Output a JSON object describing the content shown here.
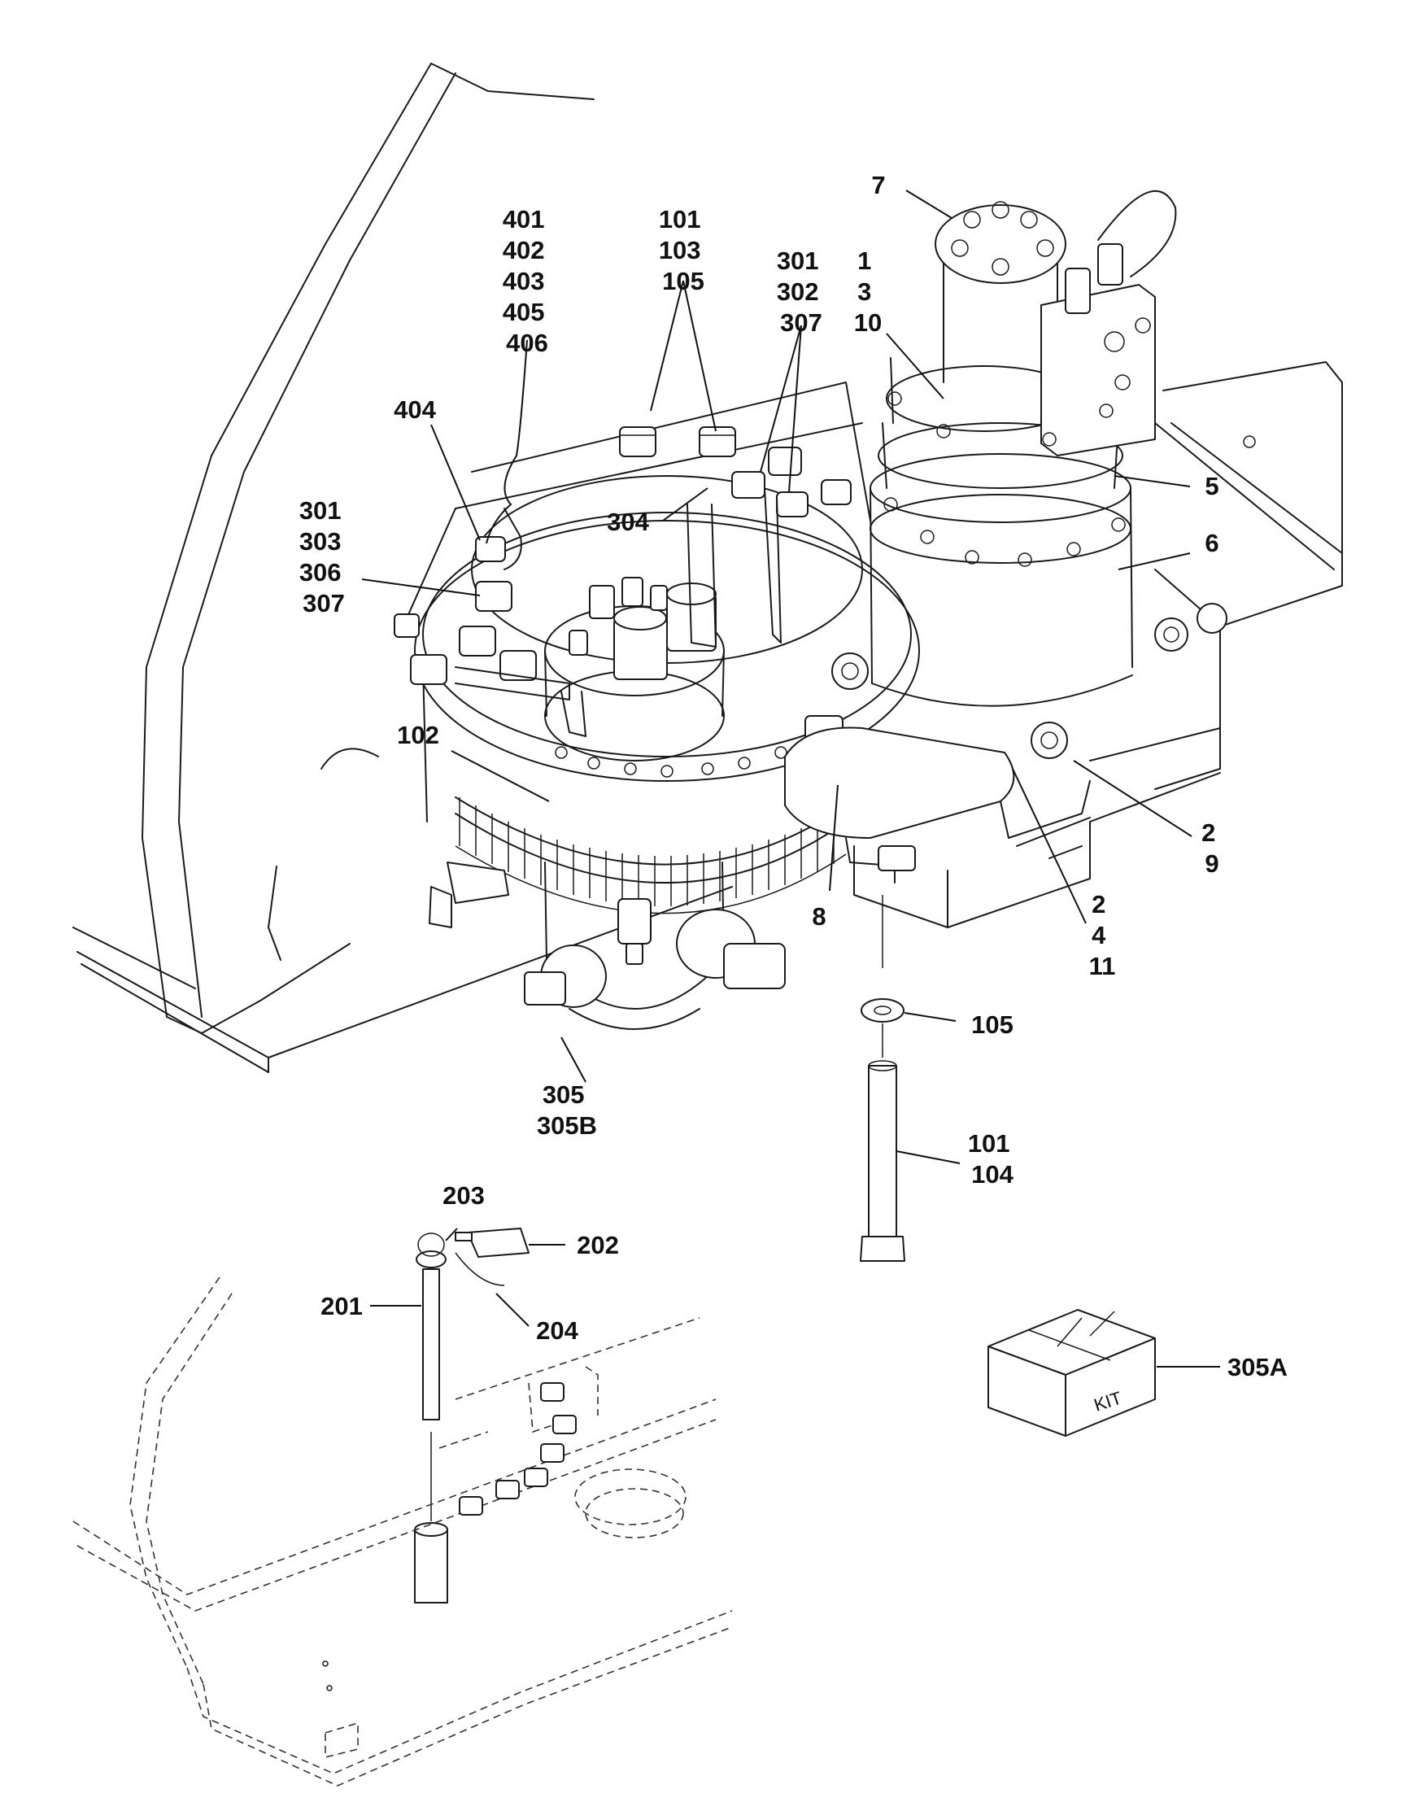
{
  "callouts": {
    "c7": [
      "7"
    ],
    "c1_3_10": [
      "1",
      "3",
      "10"
    ],
    "c401_406": [
      "401",
      "402",
      "403",
      "405",
      "406"
    ],
    "c101_103_105": [
      "101",
      "103",
      "105"
    ],
    "c301_302_307": [
      "301",
      "302",
      "307"
    ],
    "c404": [
      "404"
    ],
    "c304": [
      "304"
    ],
    "c301_303_306_307": [
      "301",
      "303",
      "306",
      "307"
    ],
    "c5": [
      "5"
    ],
    "c6": [
      "6"
    ],
    "c102": [
      "102"
    ],
    "c2_9": [
      "2",
      "9"
    ],
    "c8": [
      "8"
    ],
    "c2_4_11": [
      "2",
      "4",
      "11"
    ],
    "c105": [
      "105"
    ],
    "c305_305B": [
      "305",
      "305B"
    ],
    "c101_104": [
      "101",
      "104"
    ],
    "c203": [
      "203"
    ],
    "c202": [
      "202"
    ],
    "c201": [
      "201"
    ],
    "c204": [
      "204"
    ],
    "c305A": [
      "305A"
    ]
  },
  "kit_box_label": "KIT"
}
